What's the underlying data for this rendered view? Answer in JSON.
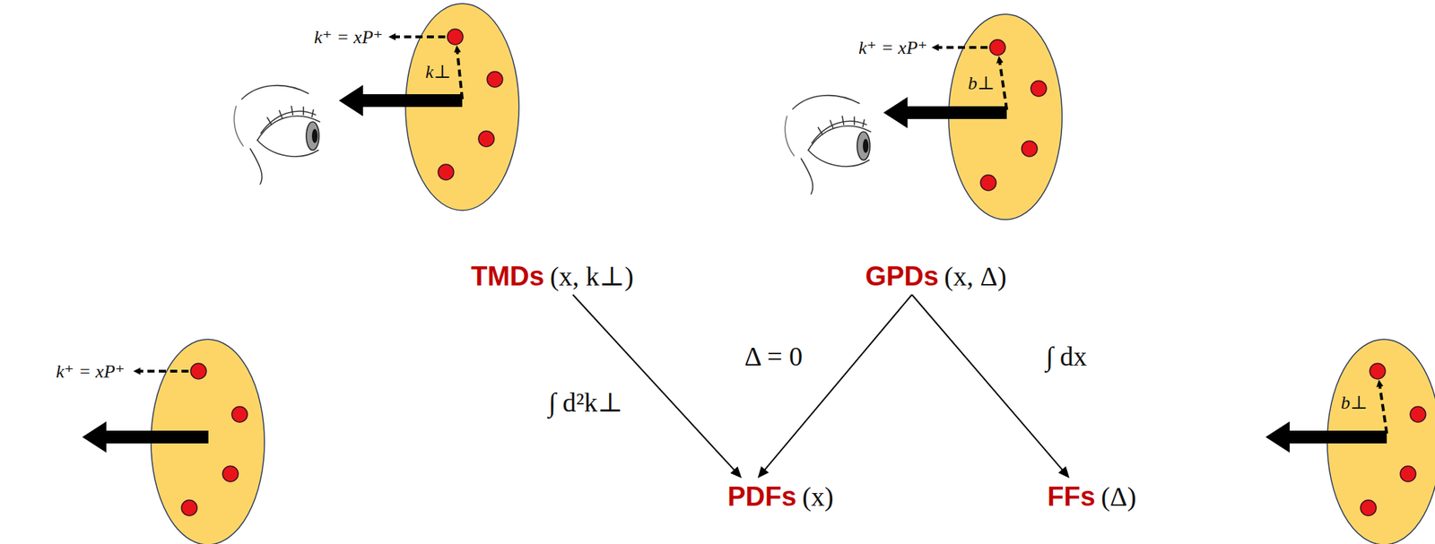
{
  "diagram": {
    "nodes": [
      {
        "text": [
          "TMDs",
          "(x, k⊥)"
        ]
      },
      {
        "text": [
          "GPDs",
          "(x, Δ)"
        ]
      },
      {
        "text": [
          "PDFs",
          "(x)"
        ]
      },
      {
        "text": [
          "FFs",
          "(Δ)"
        ]
      }
    ],
    "edges": [
      {
        "from": 0,
        "to": 2,
        "arrow": "to",
        "label": "∫ d²k⊥"
      },
      {
        "from": 1,
        "to": 2,
        "arrow": "to",
        "label": "Δ = 0"
      },
      {
        "from": 1,
        "to": 3,
        "arrow": "to",
        "label": "∫ dx"
      }
    ],
    "labels": [
      "k⁺ = xP⁺",
      "k⊥",
      "k⁺ = xP⁺",
      "b⊥",
      "k⁺ = xP⁺",
      "b⊥"
    ]
  }
}
